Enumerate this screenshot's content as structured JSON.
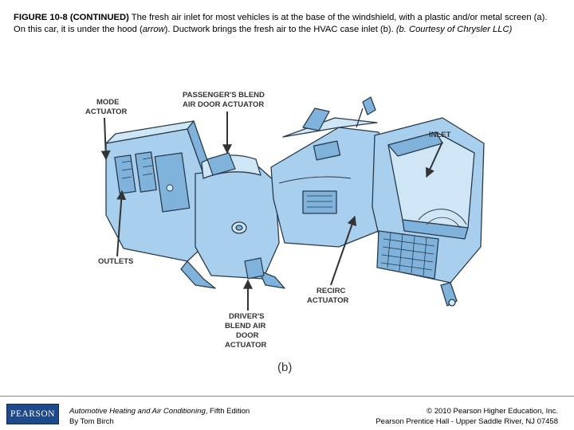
{
  "caption": {
    "figure_no": "FIGURE 10-8 (CONTINUED)",
    "text_1": " The fresh air inlet for most vehicles is at the base of the windshield, with a plastic and/or metal screen (a). On this car, it is under the hood (",
    "arrow_word": "arrow",
    "text_2": "). Ductwork brings the fresh air to the HVAC case inlet (b). ",
    "courtesy": "(b. Courtesy of Chrysler LLC)"
  },
  "figure": {
    "labels": {
      "mode_1": "MODE",
      "mode_2": "ACTUATOR",
      "pass_1": "PASSENGER'S BLEND",
      "pass_2": "AIR DOOR ACTUATOR",
      "inlet": "INLET",
      "outlets": "OUTLETS",
      "recirc_1": "RECIRC",
      "recirc_2": "ACTUATOR",
      "driver_1": "DRIVER'S",
      "driver_2": "BLEND AIR",
      "driver_3": "DOOR",
      "driver_4": "ACTUATOR"
    },
    "letter": "(b)",
    "colors": {
      "housing": "#a8d0ee",
      "housing_dark": "#7fb3dc",
      "outline": "#2a3a4a"
    }
  },
  "footer": {
    "logo": "PEARSON",
    "book_title": "Automotive Heating and Air Conditioning",
    "book_edition": ", Fifth Edition",
    "book_author": "By Tom Birch",
    "copyright_1": "© 2010 Pearson Higher Education, Inc.",
    "copyright_2": "Pearson Prentice Hall - Upper Saddle River, NJ 07458"
  }
}
